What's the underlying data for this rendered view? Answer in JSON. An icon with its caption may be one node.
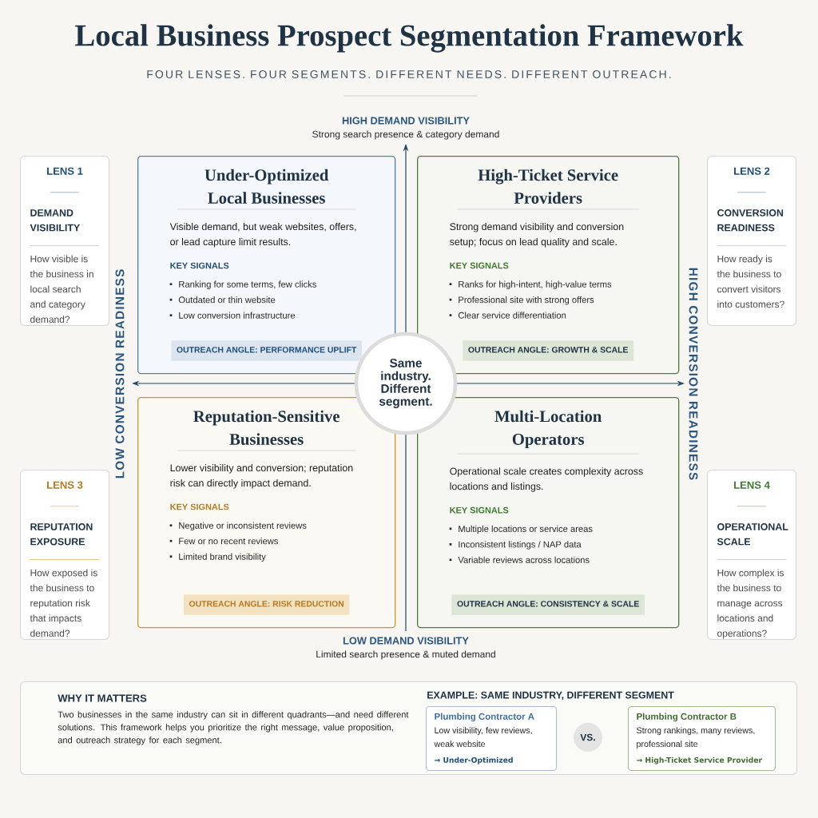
{
  "diagram": {
    "title": "Local Business Prospect Segmentation Framework",
    "nodes": [
      {
        "text": [
          "LENS 1",
          "DEMAND VISIBILITY",
          "How visible is the business in local search and category demand?"
        ]
      },
      {
        "text": [
          "LENS 2",
          "CONVERSION READINESS",
          "How ready is the business to convert visitors into customers?"
        ]
      },
      {
        "text": [
          "LENS 3",
          "REPUTATION EXPOSURE",
          "How exposed is the business to reputation risk that impacts demand?"
        ]
      },
      {
        "text": [
          "LENS 4",
          "OPERATIONAL SCALE",
          "How complex is the business to manage across locations and operations?"
        ]
      },
      {
        "text": [
          "Under-Optimized Local Businesses",
          "Visible demand, but weak websites, offers, or lead capture limit results.",
          "KEY SIGNALS",
          "Ranking for some terms, few clicks",
          "Outdated or thin website",
          "Low conversion infrastructure",
          "OUTREACH ANGLE: PERFORMANCE UPLIFT"
        ]
      },
      {
        "text": [
          "High-Ticket Service Providers",
          "Strong demand visibility and conversion setup; focus on lead quality and scale.",
          "KEY SIGNALS",
          "Ranks for high-intent, high-value terms",
          "Professional site with strong offers",
          "Clear service differentiation",
          "OUTREACH ANGLE: GROWTH & SCALE"
        ]
      },
      {
        "text": [
          "Reputation-Sensitive Businesses",
          "Lower visibility and conversion; reputation risk can directly impact demand.",
          "KEY SIGNALS",
          "Negative or inconsistent reviews",
          "Few or no recent reviews",
          "Limited brand visibility",
          "OUTREACH ANGLE: RISK REDUCTION"
        ]
      },
      {
        "text": [
          "Multi-Location Operators",
          "Operational scale creates complexity across locations and listings.",
          "KEY SIGNALS",
          "Multiple locations or service areas",
          "Inconsistent listings / NAP data",
          "Variable reviews across locations",
          "OUTREACH ANGLE: CONSISTENCY & SCALE"
        ]
      },
      {
        "text": [
          "Same industry. Different segment."
        ]
      },
      {
        "text": [
          "WHY IT MATTERS",
          "Two businesses in the same industry can sit in different quadrants—and need different solutions. This framework helps you prioritize the right message, value proposition, and outreach strategy for each segment.",
          "EXAMPLE: SAME INDUSTRY, DIFFERENT SEGMENT"
        ]
      },
      {
        "text": [
          "Plumbing Contractor A",
          "Low visibility, few reviews, weak website",
          "→ Under-Optimized"
        ],
        "in": 9
      },
      {
        "text": [
          "VS."
        ],
        "in": 9
      },
      {
        "text": [
          "Plumbing Contractor B",
          "Strong rankings, many reviews, professional site",
          "→ High-Ticket Service Provider"
        ],
        "in": 9
      }
    ],
    "labels": [
      "FOUR LENSES. FOUR SEGMENTS. DIFFERENT NEEDS. DIFFERENT OUTREACH.",
      "HIGH DEMAND VISIBILITY",
      "Strong search presence & category demand",
      "LOW CONVERSION READINESS",
      "HIGH CONVERSION READINESS",
      "LOW DEMAND VISIBILITY",
      "Limited search presence & muted demand"
    ]
  }
}
